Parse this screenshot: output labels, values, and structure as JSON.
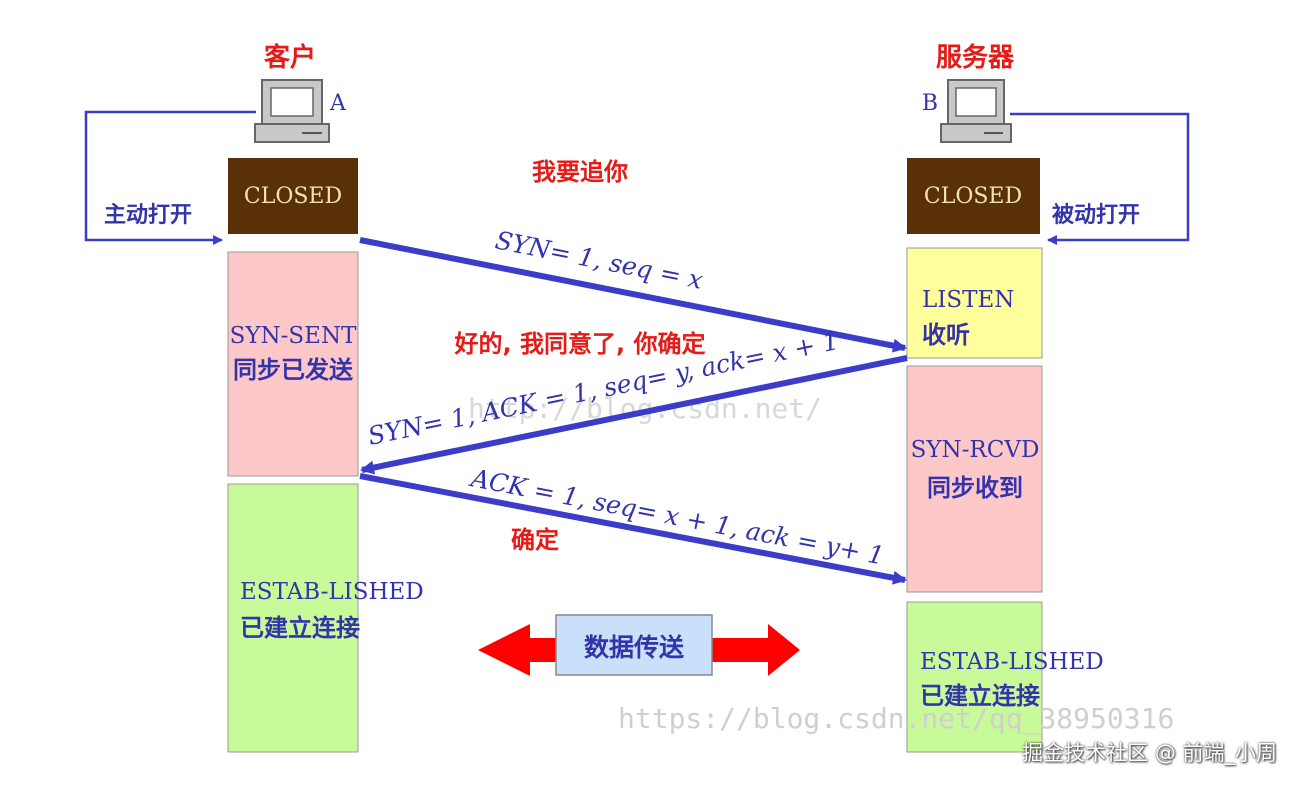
{
  "client": {
    "title": "客户",
    "tag": "A"
  },
  "server": {
    "title": "服务器",
    "tag": "B"
  },
  "client_states": {
    "closed": "CLOSED",
    "open_label": "主动打开",
    "syn_sent_en": "SYN-SENT",
    "syn_sent_zh": "同步已发送",
    "established_en": "ESTAB-LISHED",
    "established_zh": "已建立连接"
  },
  "server_states": {
    "closed": "CLOSED",
    "open_label": "被动打开",
    "listen_en": "LISTEN",
    "listen_zh": "收听",
    "syn_rcvd_en": "SYN-RCVD",
    "syn_rcvd_zh": "同步收到",
    "established_en": "ESTAB-LISHED",
    "established_zh": "已建立连接"
  },
  "messages": {
    "m1_note": "我要追你",
    "m1_label": "SYN= 1, seq = x",
    "m2_note": "好的, 我同意了, 你确定",
    "m2_label": "SYN= 1, ACK = 1, seq= y, ack= x + 1",
    "m3_note": "确定",
    "m3_label": "ACK = 1, seq= x + 1, ack = y+ 1"
  },
  "transfer_label": "数据传送",
  "watermarks": {
    "inline": "http://blog.csdn.net/",
    "bottom": "https://blog.csdn.net/qq_38950316"
  },
  "footer": "掘金技术社区 @ 前端_小周",
  "colors": {
    "red_text": "#e41b17",
    "blue_text": "#3333aa",
    "arrow_blue": "#3c3cc8",
    "closed_box": "#5a3008",
    "closed_text": "#f1e2b0",
    "pink": "#ffc8c8",
    "green": "#c8fa9a",
    "yellow": "#ffff9c",
    "transfer_arrow": "#ff0000",
    "transfer_box": "#c8e0fa"
  }
}
